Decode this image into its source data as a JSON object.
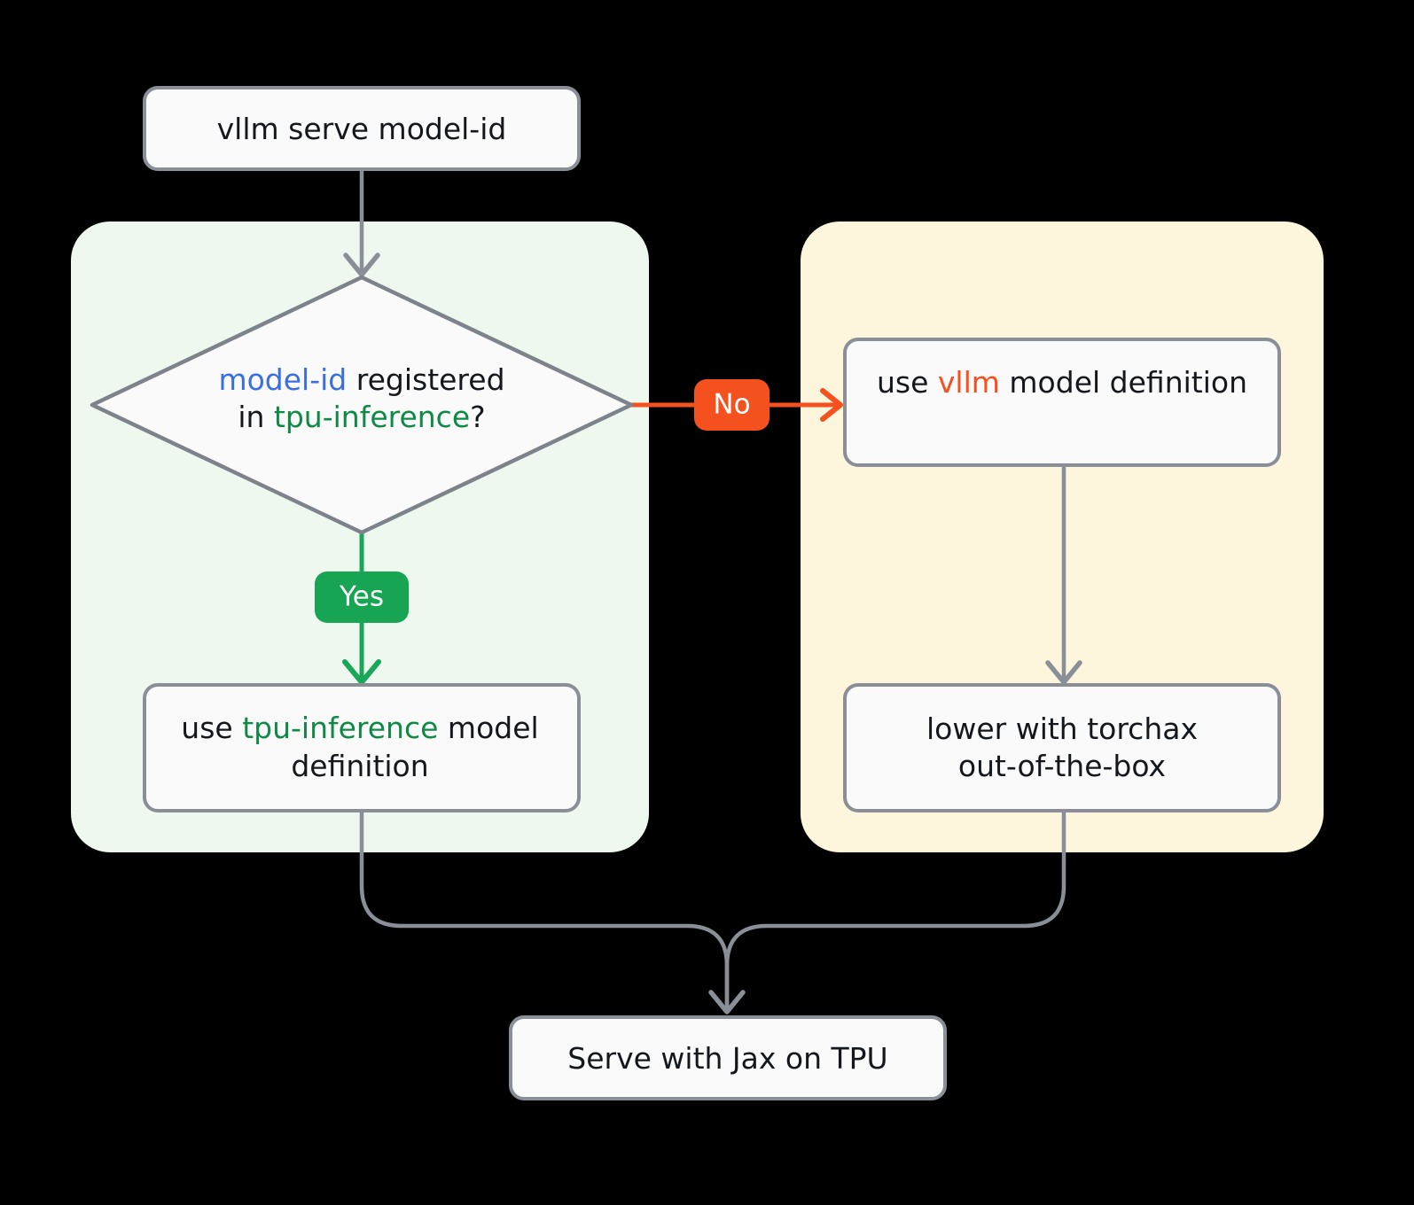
{
  "diagram": {
    "title": "vLLM TPU serving path decision flow",
    "type": "flowchart",
    "background_color": "#000000"
  },
  "palette": {
    "node_fill": "#fafafa",
    "node_border": "#8a8f97",
    "edge": "#8a8f97",
    "yes_green": "#17a453",
    "no_orange": "#f4511e",
    "blue_token": "#3b6fe0",
    "green_token": "#0f8a46",
    "panel_green": "#eff8ee",
    "panel_cream": "#fdf6dd",
    "text": "#14181c"
  },
  "panels": [
    {
      "id": "panel-yes-branch",
      "color": "#eff8ee"
    },
    {
      "id": "panel-no-branch",
      "color": "#fdf6dd"
    }
  ],
  "nodes": {
    "start": {
      "id": "vllm-serve-command",
      "shape": "rounded-rect",
      "text": "vllm serve model-id",
      "lines": [
        [
          {
            "t": "vllm serve model-id",
            "c": "black"
          }
        ]
      ]
    },
    "decision": {
      "id": "model-registered-decision",
      "shape": "diamond",
      "text": "model-id registered in tpu-inference?",
      "lines": [
        [
          {
            "t": "model-id",
            "c": "blue"
          },
          {
            "t": " registered",
            "c": "black"
          }
        ],
        [
          {
            "t": "in ",
            "c": "black"
          },
          {
            "t": "tpu-inference",
            "c": "green"
          },
          {
            "t": "?",
            "c": "black"
          }
        ]
      ]
    },
    "vllm_def": {
      "id": "use-vllm-model-definition",
      "shape": "rounded-rect",
      "text": "use vllm model definition",
      "lines": [
        [
          {
            "t": "use ",
            "c": "black"
          },
          {
            "t": "vllm",
            "c": "orange"
          },
          {
            "t": " model definition",
            "c": "black"
          }
        ]
      ]
    },
    "tpu_def": {
      "id": "use-tpu-inference-model-definition",
      "shape": "rounded-rect",
      "text": "use tpu-inference model definition",
      "lines": [
        [
          {
            "t": "use ",
            "c": "black"
          },
          {
            "t": "tpu-inference",
            "c": "green"
          },
          {
            "t": " model",
            "c": "black"
          }
        ],
        [
          {
            "t": "definition",
            "c": "black"
          }
        ]
      ]
    },
    "torchax": {
      "id": "lower-with-torchax",
      "shape": "rounded-rect",
      "text": "lower with torchax out-of-the-box",
      "lines": [
        [
          {
            "t": "lower with torchax",
            "c": "black"
          }
        ],
        [
          {
            "t": "out-of-the-box",
            "c": "black"
          }
        ]
      ]
    },
    "end": {
      "id": "serve-with-jax-on-tpu",
      "shape": "rounded-rect",
      "text": "Serve with Jax on TPU",
      "lines": [
        [
          {
            "t": "Serve with Jax on TPU",
            "c": "black"
          }
        ]
      ]
    }
  },
  "edges": {
    "start_to_decision": {
      "label": "",
      "color": "#8a8f97"
    },
    "decision_yes": {
      "label": "Yes",
      "color": "#17a453"
    },
    "decision_no": {
      "label": "No",
      "color": "#f4511e"
    },
    "vllm_to_torchax": {
      "label": "",
      "color": "#8a8f97"
    },
    "tpu_to_end": {
      "label": "",
      "color": "#8a8f97"
    },
    "torchax_to_end": {
      "label": "",
      "color": "#8a8f97"
    }
  }
}
